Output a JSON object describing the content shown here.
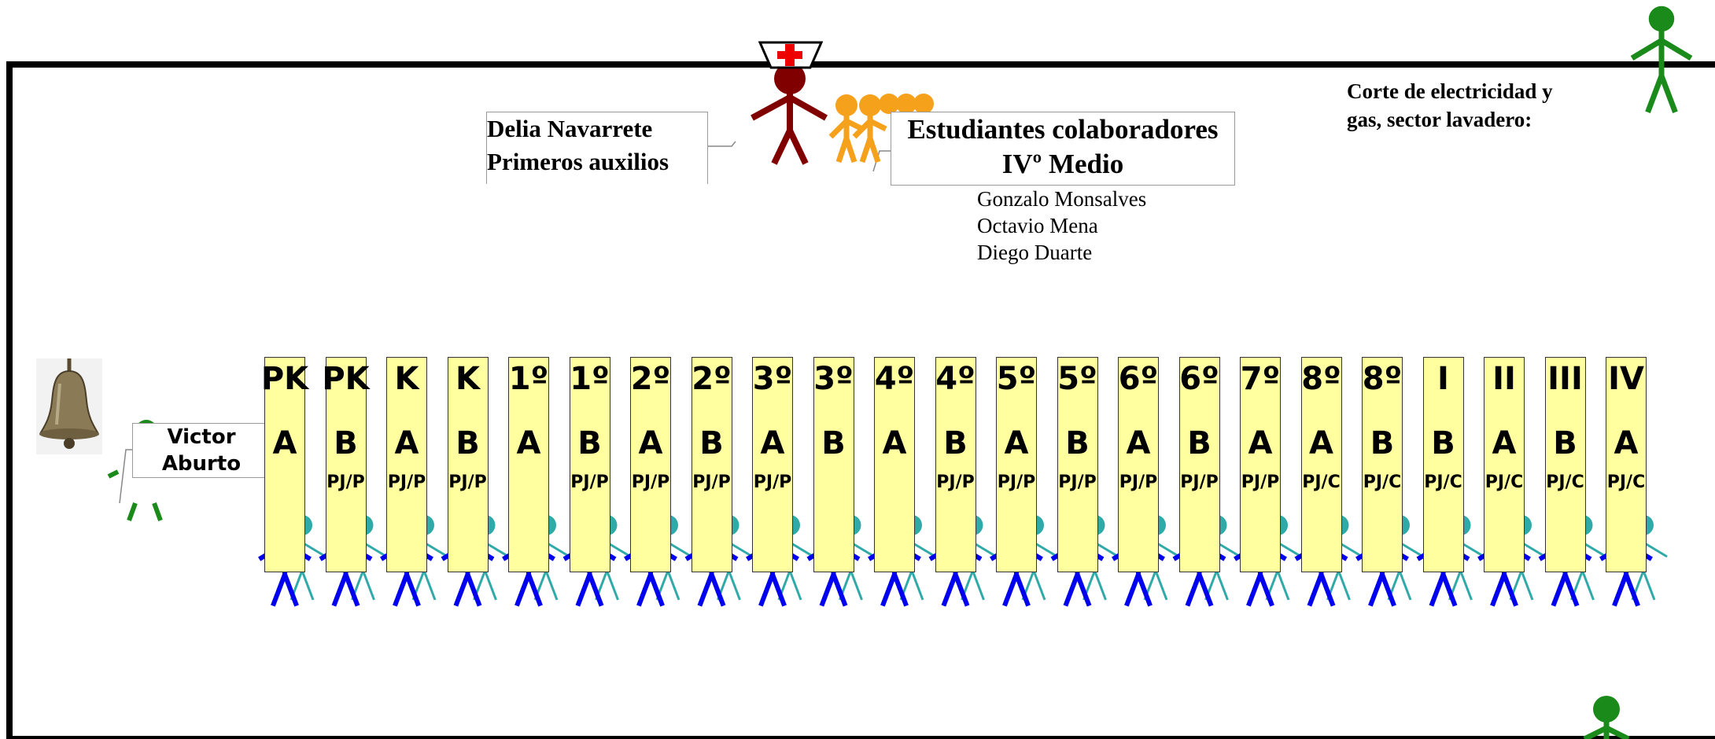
{
  "colors": {
    "wall": "#000000",
    "panel_fill": "#ffffa0",
    "panel_stroke": "#333333",
    "student_front": "#0000ee",
    "student_back": "#2faaa8",
    "nurse": "#800000",
    "nurse_cross": "#ee0000",
    "helpers": "#f5a11c",
    "staff": "#1a8a1a",
    "bell": "#8a7a55"
  },
  "icons": {
    "bell": "bell-icon",
    "student": "student-figure-icon",
    "nurse": "nurse-figure-icon",
    "helpers": "student-helpers-icon",
    "staff": "staff-figure-icon",
    "cross": "red-cross-icon"
  },
  "first_aid": {
    "line1": "Delia Navarrete",
    "line2": "Primeros auxilios"
  },
  "helpers": {
    "title1": "Estudiantes colaboradores",
    "title2": "IVº Medio",
    "names": [
      "Gonzalo Monsalves",
      "Octavio Mena",
      "Diego Duarte"
    ]
  },
  "power_cut": {
    "line1": "Corte de electricidad y",
    "line2": "gas, sector lavadero:"
  },
  "bell_person": {
    "line1": "Victor",
    "line2": "Aburto"
  },
  "courses": [
    {
      "grade": "PK",
      "section": "A",
      "guardian": ""
    },
    {
      "grade": "PK",
      "section": "B",
      "guardian": "PJ/P"
    },
    {
      "grade": "K",
      "section": "A",
      "guardian": "PJ/P"
    },
    {
      "grade": "K",
      "section": "B",
      "guardian": "PJ/P"
    },
    {
      "grade": "1º",
      "section": "A",
      "guardian": ""
    },
    {
      "grade": "1º",
      "section": "B",
      "guardian": "PJ/P"
    },
    {
      "grade": "2º",
      "section": "A",
      "guardian": "PJ/P"
    },
    {
      "grade": "2º",
      "section": "B",
      "guardian": "PJ/P"
    },
    {
      "grade": "3º",
      "section": "A",
      "guardian": "PJ/P"
    },
    {
      "grade": "3º",
      "section": "B",
      "guardian": ""
    },
    {
      "grade": "4º",
      "section": "A",
      "guardian": ""
    },
    {
      "grade": "4º",
      "section": "B",
      "guardian": "PJ/P"
    },
    {
      "grade": "5º",
      "section": "A",
      "guardian": "PJ/P"
    },
    {
      "grade": "5º",
      "section": "B",
      "guardian": "PJ/P"
    },
    {
      "grade": "6º",
      "section": "A",
      "guardian": "PJ/P"
    },
    {
      "grade": "6º",
      "section": "B",
      "guardian": "PJ/P"
    },
    {
      "grade": "7º",
      "section": "A",
      "guardian": "PJ/P"
    },
    {
      "grade": "8º",
      "section": "A",
      "guardian": "PJ/C"
    },
    {
      "grade": "8º",
      "section": "B",
      "guardian": "PJ/C"
    },
    {
      "grade": "I",
      "section": "B",
      "guardian": "PJ/C"
    },
    {
      "grade": "II",
      "section": "A",
      "guardian": "PJ/C"
    },
    {
      "grade": "III",
      "section": "B",
      "guardian": "PJ/C"
    },
    {
      "grade": "IV",
      "section": "A",
      "guardian": "PJ/C"
    }
  ]
}
